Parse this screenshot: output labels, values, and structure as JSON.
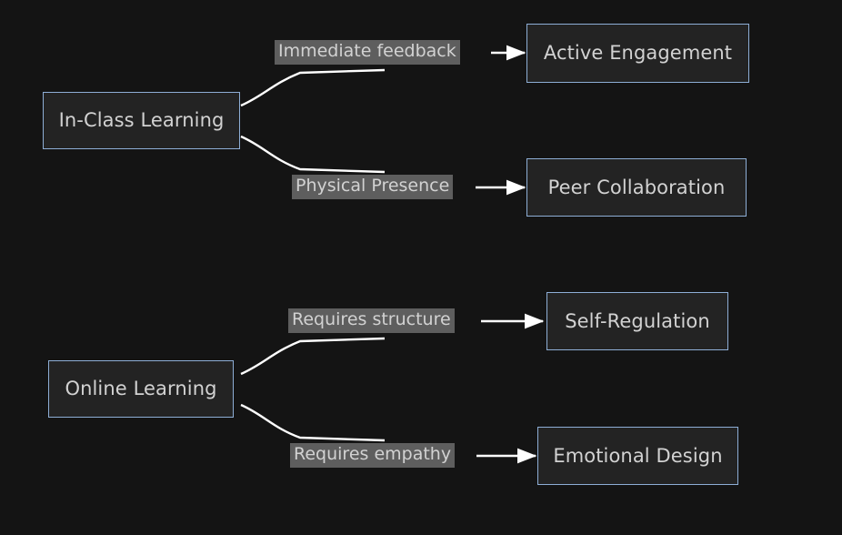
{
  "diagram": {
    "type": "flowchart",
    "direction": "left-to-right",
    "background_color": "#141414",
    "node_fill_color": "#232323",
    "node_border_color": "#8eaed6",
    "node_text_color": "#d2d2d2",
    "edge_line_color": "#ffffff",
    "edge_label_background_color": "#5e5e5e",
    "edge_label_text_color": "#d2d2d2",
    "nodes": [
      {
        "id": "in-class-learning",
        "label": "In-Class Learning"
      },
      {
        "id": "active-engagement",
        "label": "Active Engagement"
      },
      {
        "id": "peer-collaboration",
        "label": "Peer Collaboration"
      },
      {
        "id": "online-learning",
        "label": "Online Learning"
      },
      {
        "id": "self-regulation",
        "label": "Self-Regulation"
      },
      {
        "id": "emotional-design",
        "label": "Emotional Design"
      }
    ],
    "edges": [
      {
        "id": "edge-1",
        "from": "in-class-learning",
        "to": "active-engagement",
        "label": "Immediate feedback"
      },
      {
        "id": "edge-2",
        "from": "in-class-learning",
        "to": "peer-collaboration",
        "label": "Physical Presence"
      },
      {
        "id": "edge-3",
        "from": "online-learning",
        "to": "self-regulation",
        "label": "Requires structure"
      },
      {
        "id": "edge-4",
        "from": "online-learning",
        "to": "emotional-design",
        "label": "Requires empathy"
      }
    ]
  }
}
